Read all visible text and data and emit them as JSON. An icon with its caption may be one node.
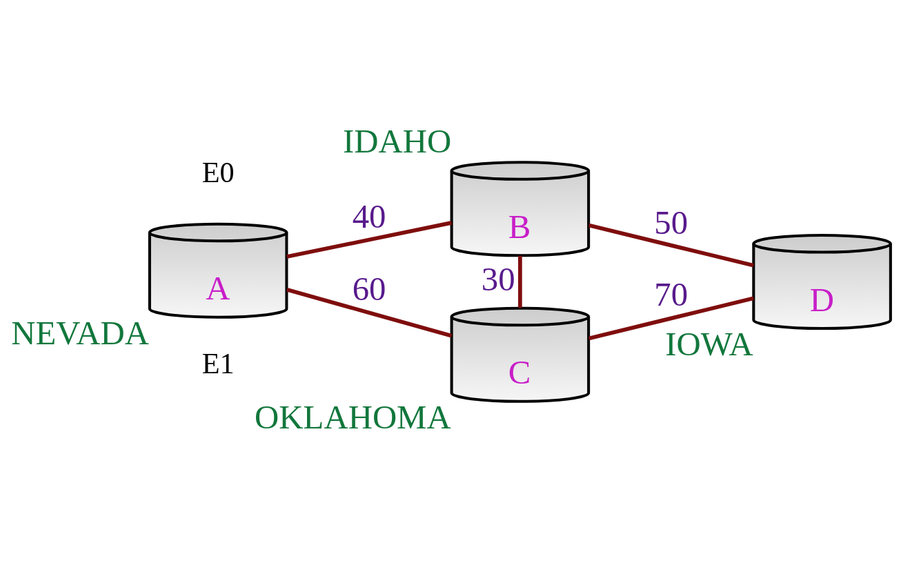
{
  "diagram": {
    "nodes": [
      {
        "text": [
          "A"
        ],
        "beside": [
          "NEVADA"
        ]
      },
      {
        "text": [
          "B"
        ],
        "beside": [
          "IDAHO"
        ]
      },
      {
        "text": [
          "C"
        ],
        "beside": [
          "OKLAHOMA"
        ]
      },
      {
        "text": [
          "D"
        ],
        "beside": [
          "IOWA"
        ]
      }
    ],
    "edges": [
      {
        "from": 0,
        "to": 1,
        "arrow": "none",
        "label": "40"
      },
      {
        "from": 1,
        "to": 3,
        "arrow": "none",
        "label": "50"
      },
      {
        "from": 1,
        "to": 2,
        "arrow": "none",
        "label": "30"
      },
      {
        "from": 0,
        "to": 2,
        "arrow": "none",
        "label": "60"
      },
      {
        "from": 2,
        "to": 3,
        "arrow": "none",
        "label": "70"
      }
    ],
    "labels": [
      "E0",
      "E1"
    ]
  }
}
